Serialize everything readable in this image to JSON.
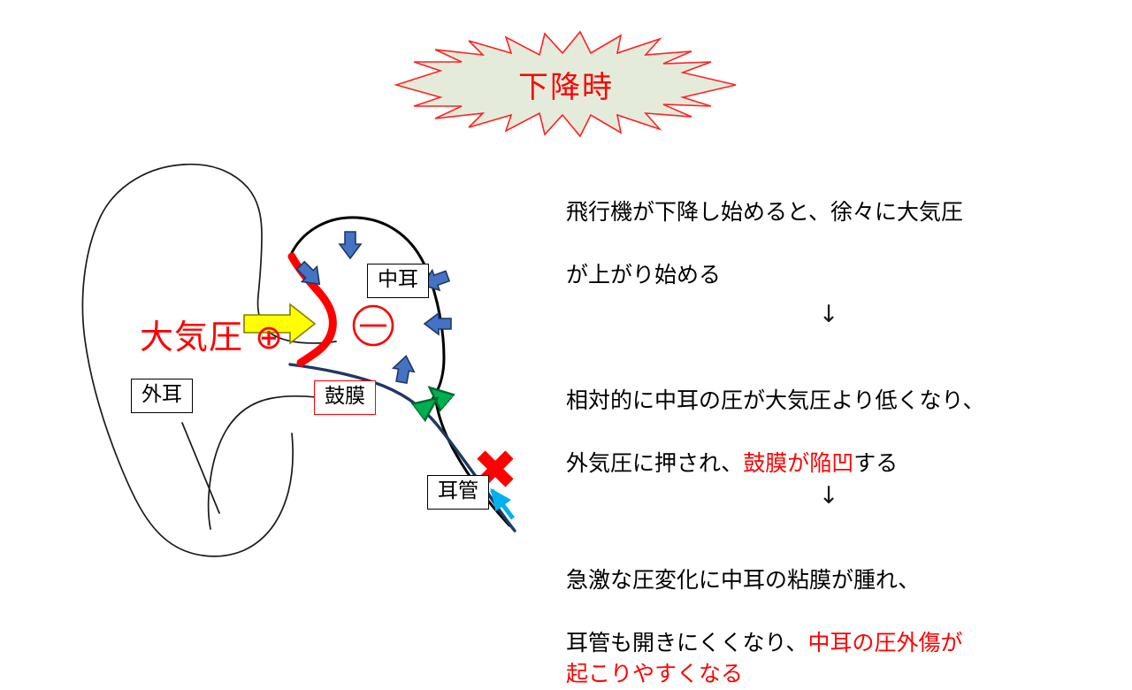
{
  "title": {
    "text": "下降時",
    "text_color": "#ff0000",
    "burst_fill": "#e4ebdb",
    "burst_stroke": "#ff2222"
  },
  "diagram": {
    "name": "ear-pressure-diagram",
    "labels": {
      "middle_ear": "中耳",
      "outer_ear": "外耳",
      "eardrum": "鼓膜",
      "eustachian_tube": "耳管"
    },
    "annotations": {
      "atmospheric_pressure": "大気圧 ⊕",
      "middle_ear_sign": "⊖"
    },
    "colors": {
      "eardrum": "#ff0000",
      "atm_text": "#ff0000",
      "yellow_arrow_fill": "#ffff00",
      "yellow_arrow_stroke": "#7f7f00",
      "blue_arrow_fill": "#4472c4",
      "blue_arrow_stroke": "#1f3864",
      "green_arrow_fill": "#00b050",
      "cyan_arrow_fill": "#00b0f0",
      "mucosa_line": "#1f3864",
      "blocked_x": "#ff0000",
      "outline": "#1a1a1a"
    }
  },
  "explanation": {
    "paragraph_1": {
      "line_1": "飛行機が下降し始めると、徐々に大気圧",
      "line_2": "が上がり始める"
    },
    "arrow_1": "↓",
    "paragraph_2": {
      "line_1": "相対的に中耳の圧が大気圧より低くなり、",
      "line_2_pre": "外気圧に押され、",
      "line_2_hl": "鼓膜が陥凹",
      "line_2_post": "する"
    },
    "arrow_2": "↓",
    "paragraph_3": {
      "line_1": "急激な圧変化に中耳の粘膜が腫れ、",
      "line_2_pre": "耳管も開きにくくなり、",
      "line_2_hl": "中耳の圧外傷が",
      "line_3_hl": "起こりやすくなる"
    },
    "highlight_color": "#ff0000"
  }
}
